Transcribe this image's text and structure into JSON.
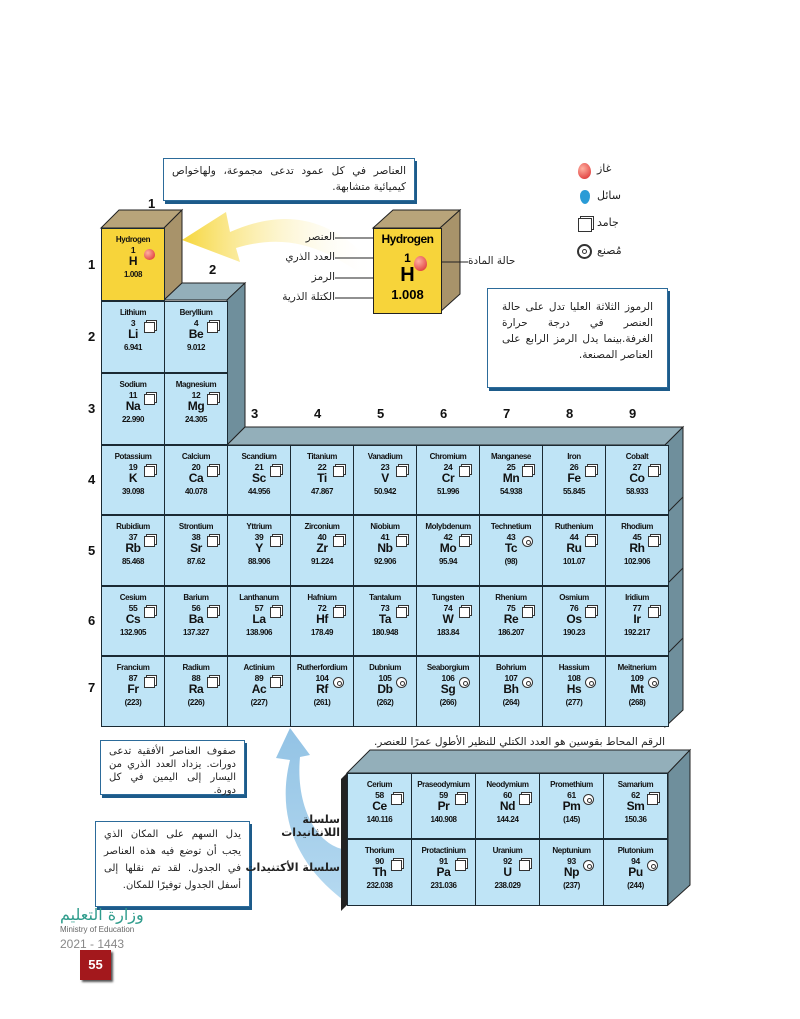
{
  "callouts": {
    "groups": "العناصر في كل عمود تدعى مجموعة، ولهاخواص كيميائية متشابهة.",
    "states": "الرموز الثلاثة العليا تدل على حالة العنصر في درجة حرارة الغرفة.بينما يدل الرمز الرابع على العناصر المصنعة.",
    "periods": "صفوف العناصر الأفقية تدعى دورات. يزداد العدد الذري من اليسار إلى اليمين في كل دورة.",
    "arrow": "يدل السهم على المكان الذي يجب أن توضع فيه هذه العناصر في الجدول. لقد تم نقلها إلى أسفل الجدول توفيرًا للمكان."
  },
  "legend": {
    "gas": "غاز",
    "liquid": "سائل",
    "solid": "جامد",
    "synthetic": "مُصنع"
  },
  "key": {
    "name": "Hydrogen",
    "number": "1",
    "symbol": "H",
    "mass": "1.008",
    "label_element": "العنصر",
    "label_number": "العدد الذري",
    "label_symbol": "الرمز",
    "label_mass": "الكتلة الذرية",
    "label_state": "حالة المادة"
  },
  "group_numbers": [
    "1",
    "2",
    "3",
    "4",
    "5",
    "6",
    "7",
    "8",
    "9"
  ],
  "period_numbers": [
    "1",
    "2",
    "3",
    "4",
    "5",
    "6",
    "7"
  ],
  "elements": [
    {
      "p": 1,
      "g": 1,
      "name": "Hydrogen",
      "num": "1",
      "sym": "H",
      "mass": "1.008",
      "state": "gas"
    },
    {
      "p": 2,
      "g": 1,
      "name": "Lithium",
      "num": "3",
      "sym": "Li",
      "mass": "6.941",
      "state": "solid"
    },
    {
      "p": 2,
      "g": 2,
      "name": "Beryllium",
      "num": "4",
      "sym": "Be",
      "mass": "9.012",
      "state": "solid"
    },
    {
      "p": 3,
      "g": 1,
      "name": "Sodium",
      "num": "11",
      "sym": "Na",
      "mass": "22.990",
      "state": "solid"
    },
    {
      "p": 3,
      "g": 2,
      "name": "Magnesium",
      "num": "12",
      "sym": "Mg",
      "mass": "24.305",
      "state": "solid"
    },
    {
      "p": 4,
      "g": 1,
      "name": "Potassium",
      "num": "19",
      "sym": "K",
      "mass": "39.098",
      "state": "solid"
    },
    {
      "p": 4,
      "g": 2,
      "name": "Calcium",
      "num": "20",
      "sym": "Ca",
      "mass": "40.078",
      "state": "solid"
    },
    {
      "p": 4,
      "g": 3,
      "name": "Scandium",
      "num": "21",
      "sym": "Sc",
      "mass": "44.956",
      "state": "solid"
    },
    {
      "p": 4,
      "g": 4,
      "name": "Titanium",
      "num": "22",
      "sym": "Ti",
      "mass": "47.867",
      "state": "solid"
    },
    {
      "p": 4,
      "g": 5,
      "name": "Vanadium",
      "num": "23",
      "sym": "V",
      "mass": "50.942",
      "state": "solid"
    },
    {
      "p": 4,
      "g": 6,
      "name": "Chromium",
      "num": "24",
      "sym": "Cr",
      "mass": "51.996",
      "state": "solid"
    },
    {
      "p": 4,
      "g": 7,
      "name": "Manganese",
      "num": "25",
      "sym": "Mn",
      "mass": "54.938",
      "state": "solid"
    },
    {
      "p": 4,
      "g": 8,
      "name": "Iron",
      "num": "26",
      "sym": "Fe",
      "mass": "55.845",
      "state": "solid"
    },
    {
      "p": 4,
      "g": 9,
      "name": "Cobalt",
      "num": "27",
      "sym": "Co",
      "mass": "58.933",
      "state": "solid"
    },
    {
      "p": 5,
      "g": 1,
      "name": "Rubidium",
      "num": "37",
      "sym": "Rb",
      "mass": "85.468",
      "state": "solid"
    },
    {
      "p": 5,
      "g": 2,
      "name": "Strontium",
      "num": "38",
      "sym": "Sr",
      "mass": "87.62",
      "state": "solid"
    },
    {
      "p": 5,
      "g": 3,
      "name": "Yttrium",
      "num": "39",
      "sym": "Y",
      "mass": "88.906",
      "state": "solid"
    },
    {
      "p": 5,
      "g": 4,
      "name": "Zirconium",
      "num": "40",
      "sym": "Zr",
      "mass": "91.224",
      "state": "solid"
    },
    {
      "p": 5,
      "g": 5,
      "name": "Niobium",
      "num": "41",
      "sym": "Nb",
      "mass": "92.906",
      "state": "solid"
    },
    {
      "p": 5,
      "g": 6,
      "name": "Molybdenum",
      "num": "42",
      "sym": "Mo",
      "mass": "95.94",
      "state": "solid"
    },
    {
      "p": 5,
      "g": 7,
      "name": "Technetium",
      "num": "43",
      "sym": "Tc",
      "mass": "(98)",
      "state": "synthetic"
    },
    {
      "p": 5,
      "g": 8,
      "name": "Ruthenium",
      "num": "44",
      "sym": "Ru",
      "mass": "101.07",
      "state": "solid"
    },
    {
      "p": 5,
      "g": 9,
      "name": "Rhodium",
      "num": "45",
      "sym": "Rh",
      "mass": "102.906",
      "state": "solid"
    },
    {
      "p": 6,
      "g": 1,
      "name": "Cesium",
      "num": "55",
      "sym": "Cs",
      "mass": "132.905",
      "state": "solid"
    },
    {
      "p": 6,
      "g": 2,
      "name": "Barium",
      "num": "56",
      "sym": "Ba",
      "mass": "137.327",
      "state": "solid"
    },
    {
      "p": 6,
      "g": 3,
      "name": "Lanthanum",
      "num": "57",
      "sym": "La",
      "mass": "138.906",
      "state": "solid"
    },
    {
      "p": 6,
      "g": 4,
      "name": "Hafnium",
      "num": "72",
      "sym": "Hf",
      "mass": "178.49",
      "state": "solid"
    },
    {
      "p": 6,
      "g": 5,
      "name": "Tantalum",
      "num": "73",
      "sym": "Ta",
      "mass": "180.948",
      "state": "solid"
    },
    {
      "p": 6,
      "g": 6,
      "name": "Tungsten",
      "num": "74",
      "sym": "W",
      "mass": "183.84",
      "state": "solid"
    },
    {
      "p": 6,
      "g": 7,
      "name": "Rhenium",
      "num": "75",
      "sym": "Re",
      "mass": "186.207",
      "state": "solid"
    },
    {
      "p": 6,
      "g": 8,
      "name": "Osmium",
      "num": "76",
      "sym": "Os",
      "mass": "190.23",
      "state": "solid"
    },
    {
      "p": 6,
      "g": 9,
      "name": "Iridium",
      "num": "77",
      "sym": "Ir",
      "mass": "192.217",
      "state": "solid"
    },
    {
      "p": 7,
      "g": 1,
      "name": "Francium",
      "num": "87",
      "sym": "Fr",
      "mass": "(223)",
      "state": "solid"
    },
    {
      "p": 7,
      "g": 2,
      "name": "Radium",
      "num": "88",
      "sym": "Ra",
      "mass": "(226)",
      "state": "solid"
    },
    {
      "p": 7,
      "g": 3,
      "name": "Actinium",
      "num": "89",
      "sym": "Ac",
      "mass": "(227)",
      "state": "solid"
    },
    {
      "p": 7,
      "g": 4,
      "name": "Rutherfordium",
      "num": "104",
      "sym": "Rf",
      "mass": "(261)",
      "state": "synthetic"
    },
    {
      "p": 7,
      "g": 5,
      "name": "Dubnium",
      "num": "105",
      "sym": "Db",
      "mass": "(262)",
      "state": "synthetic"
    },
    {
      "p": 7,
      "g": 6,
      "name": "Seaborgium",
      "num": "106",
      "sym": "Sg",
      "mass": "(266)",
      "state": "synthetic"
    },
    {
      "p": 7,
      "g": 7,
      "name": "Bohrium",
      "num": "107",
      "sym": "Bh",
      "mass": "(264)",
      "state": "synthetic"
    },
    {
      "p": 7,
      "g": 8,
      "name": "Hassium",
      "num": "108",
      "sym": "Hs",
      "mass": "(277)",
      "state": "synthetic"
    },
    {
      "p": 7,
      "g": 9,
      "name": "Meitnerium",
      "num": "109",
      "sym": "Mt",
      "mass": "(268)",
      "state": "synthetic"
    }
  ],
  "series_note": "الرقم المحاط بقوسين هو العدد الكتلي للنظير الأطول عمرًا للعنصر.",
  "series_labels": {
    "lanthanides": "سلسلة اللانثانيدات",
    "actinides": "سلسلة الأكتنيدات"
  },
  "series": [
    {
      "r": 0,
      "c": 0,
      "name": "Cerium",
      "num": "58",
      "sym": "Ce",
      "mass": "140.116",
      "state": "solid"
    },
    {
      "r": 0,
      "c": 1,
      "name": "Praseodymium",
      "num": "59",
      "sym": "Pr",
      "mass": "140.908",
      "state": "solid"
    },
    {
      "r": 0,
      "c": 2,
      "name": "Neodymium",
      "num": "60",
      "sym": "Nd",
      "mass": "144.24",
      "state": "solid"
    },
    {
      "r": 0,
      "c": 3,
      "name": "Promethium",
      "num": "61",
      "sym": "Pm",
      "mass": "(145)",
      "state": "synthetic"
    },
    {
      "r": 0,
      "c": 4,
      "name": "Samarium",
      "num": "62",
      "sym": "Sm",
      "mass": "150.36",
      "state": "solid"
    },
    {
      "r": 1,
      "c": 0,
      "name": "Thorium",
      "num": "90",
      "sym": "Th",
      "mass": "232.038",
      "state": "solid"
    },
    {
      "r": 1,
      "c": 1,
      "name": "Protactinium",
      "num": "91",
      "sym": "Pa",
      "mass": "231.036",
      "state": "solid"
    },
    {
      "r": 1,
      "c": 2,
      "name": "Uranium",
      "num": "92",
      "sym": "U",
      "mass": "238.029",
      "state": "solid"
    },
    {
      "r": 1,
      "c": 3,
      "name": "Neptunium",
      "num": "93",
      "sym": "Np",
      "mass": "(237)",
      "state": "synthetic"
    },
    {
      "r": 1,
      "c": 4,
      "name": "Plutonium",
      "num": "94",
      "sym": "Pu",
      "mass": "(244)",
      "state": "synthetic"
    }
  ],
  "footer": {
    "logo_ar": "وزارة التعليم",
    "logo_en": "Ministry of Education",
    "year": "2021 - 1443",
    "page": "55"
  },
  "colors": {
    "cell": "#bfe4f6",
    "hydrogen": "#f7d43a",
    "side": "#6f8f9c",
    "top": "#93afba",
    "page_badge": "#a3181c"
  }
}
